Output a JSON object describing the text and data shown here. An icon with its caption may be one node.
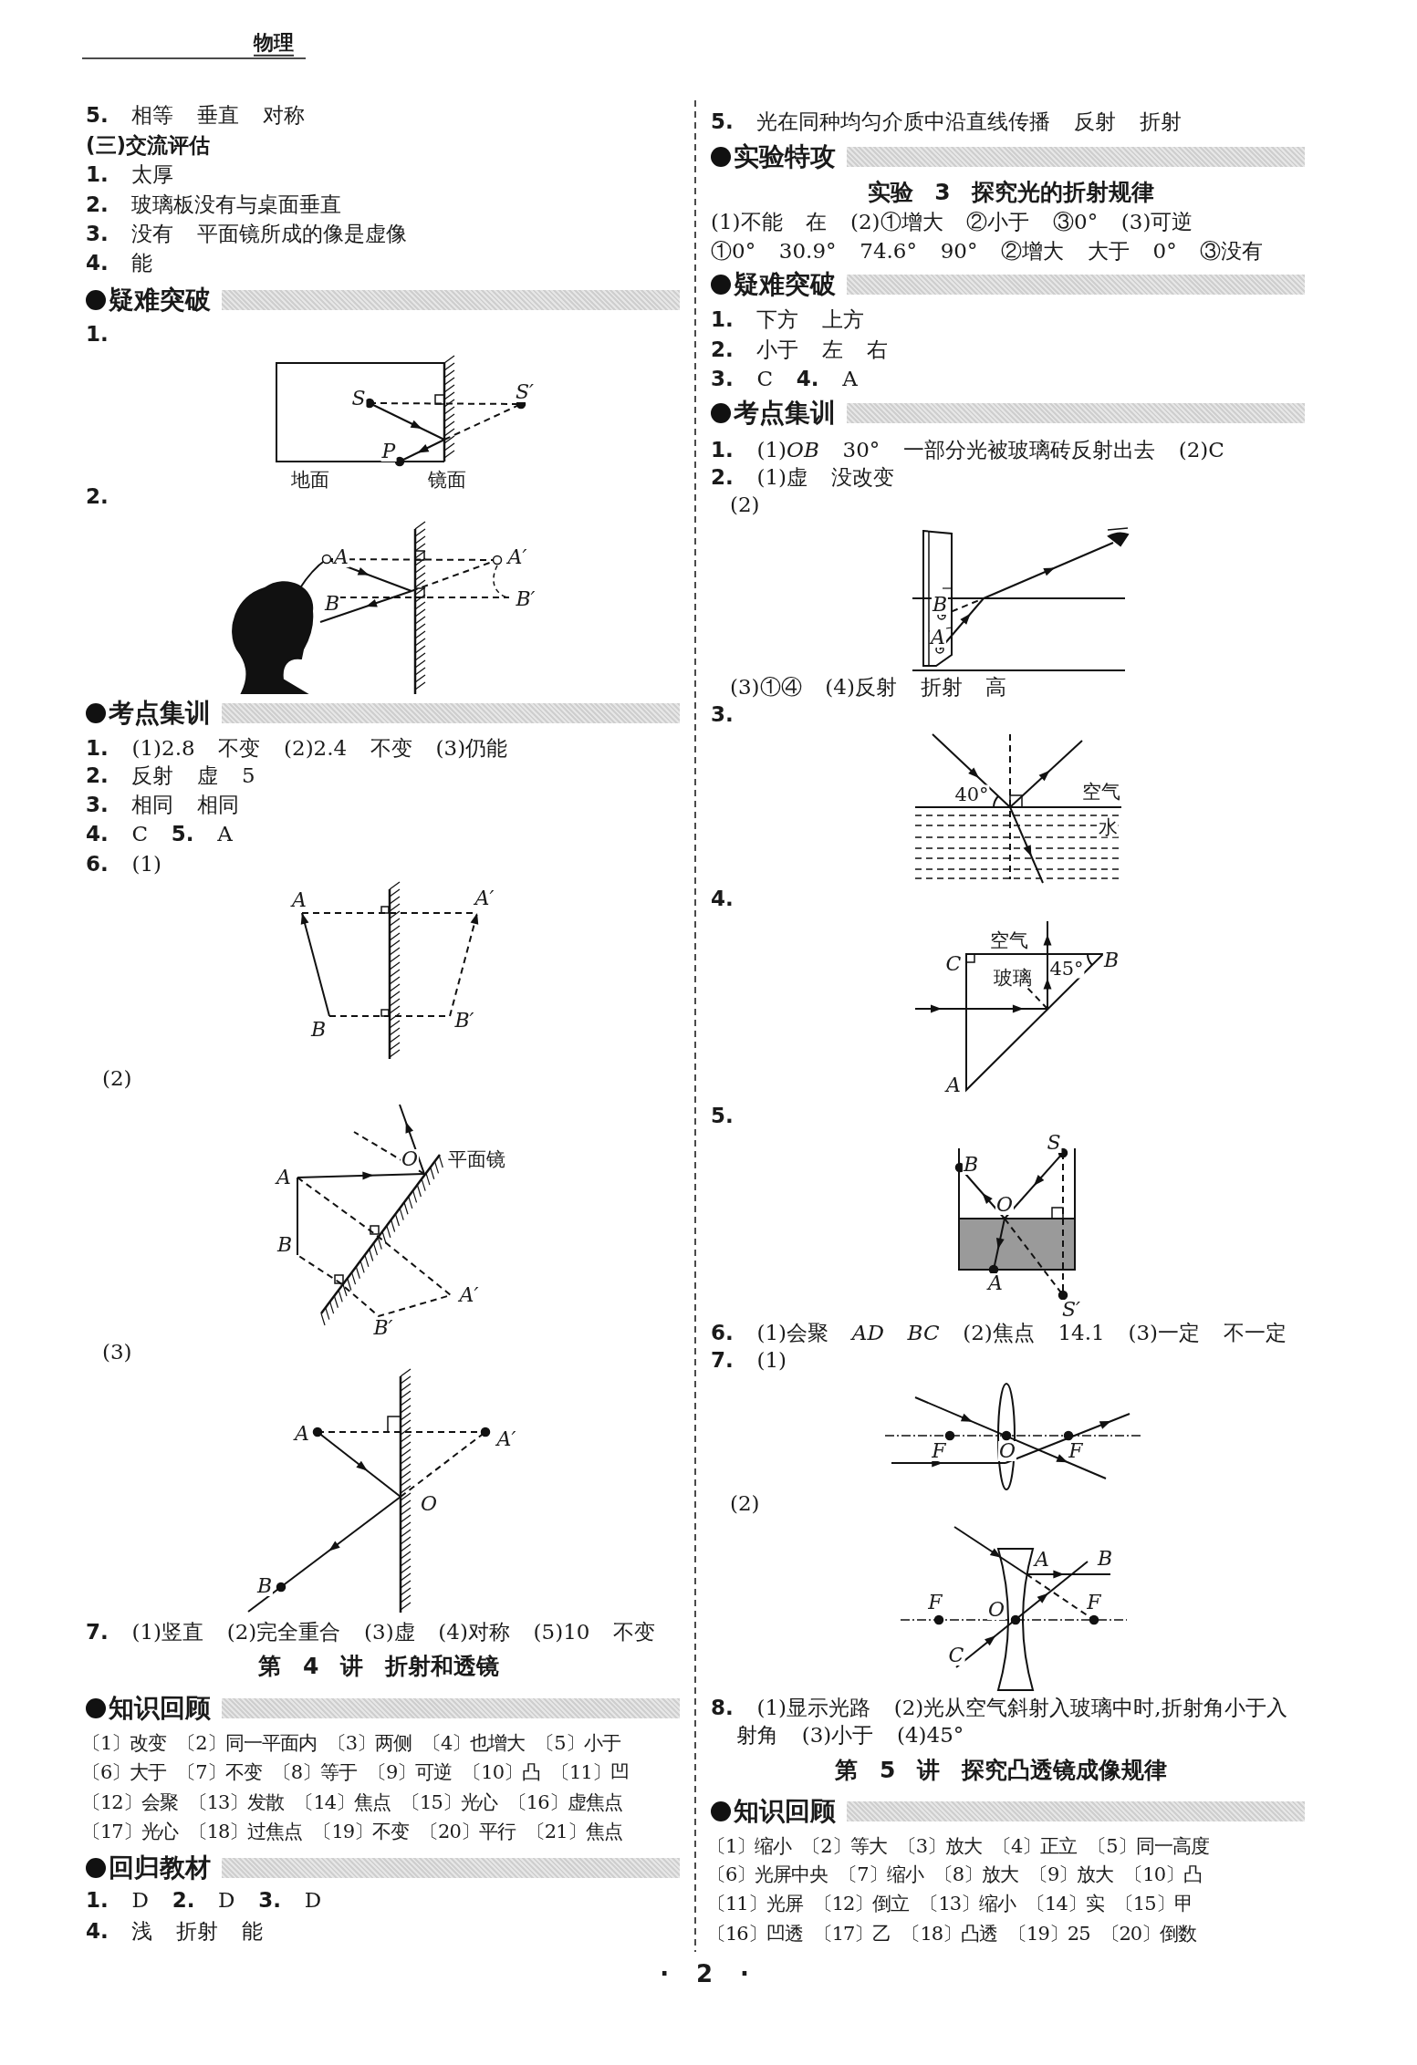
{
  "diagram": {
    "labels": [
      "物理",
      "**5.** 相等 垂直 对称",
      "(三)交流评估",
      "**1.** 太厚",
      "**2.** 玻璃板没有与桌面垂直",
      "**3.** 没有 平面镜所成的像是虚像",
      "**4.** 能",
      "疑难突破",
      "**1.**",
      "S",
      "S′",
      "P",
      "地面",
      "镜面",
      "**2.**",
      "A",
      "A′",
      "B",
      "B′",
      "考点集训",
      "**1.** (1)2.8 不变 (2)2.4 不变 (3)仍能",
      "**2.** 反射 虚 5",
      "**3.** 相同 相同",
      "**4.** C **5.** A",
      "**6.** (1)",
      "A",
      "A′",
      "B",
      "B′",
      "(2)",
      "A",
      "B",
      "O",
      "平面镜",
      "A′",
      "B′",
      "(3)",
      "A",
      "A′",
      "O",
      "B",
      "**7.** (1)竖直 (2)完全重合 (3)虚 (4)对称 (5)10 不变",
      "第 4 讲 折射和透镜",
      "知识回顾",
      "〔1〕改变 〔2〕同一平面内 〔3〕两侧 〔4〕也增大 〔5〕小于",
      "〔6〕大于 〔7〕不变 〔8〕等于 〔9〕可逆 〔10〕凸 〔11〕凹",
      "〔12〕会聚 〔13〕发散 〔14〕焦点 〔15〕光心 〔16〕虚焦点",
      "〔17〕光心 〔18〕过焦点 〔19〕不变 〔20〕平行 〔21〕焦点",
      "回归教材",
      "**1.** D **2.** D **3.** D",
      "**4.** 浅 折射 能",
      "**5.** 光在同种均匀介质中沿直线传播 反射 折射",
      "实验特攻",
      "实验 3 探究光的折射规律",
      "(1)不能 在 (2)①增大 ②小于 ③0° (3)可逆",
      "①0° 30.9° 74.6° 90° ②增大 大于 0° ③没有",
      "疑难突破",
      "**1.** 下方 上方",
      "**2.** 小于 左 右",
      "**3.** C **4.** A",
      "考点集训",
      "**1.** (1)*OB* 30° 一部分光被玻璃砖反射出去 (2)C",
      "**2.** (1)虚 没改变",
      "(2)",
      "B",
      "A",
      "(3)①④ (4)反射 折射 高",
      "**3.**",
      "40°",
      "空气",
      "水",
      "**4.**",
      "空气",
      "C",
      "玻璃",
      "45°",
      "B",
      "A",
      "**5.**",
      "B",
      "S",
      "O",
      "A",
      "S′",
      "**6.** (1)会聚 *AD* *BC* (2)焦点 14.1 (3)一定 不一定",
      "**7.** (1)",
      "F",
      "O",
      "F",
      "(2)",
      "A",
      "B",
      "F",
      "O",
      "F",
      "C",
      "**8.** (1)显示光路 (2)光从空气斜射入玻璃中时,折射角小于入射角 (3)小于 (4)45°",
      "第 5 讲 探究凸透镜成像规律",
      "知识回顾",
      "〔1〕缩小 〔2〕等大 〔3〕放大 〔4〕正立 〔5〕同一高度",
      "〔6〕光屏中央 〔7〕缩小 〔8〕放大 〔9〕放大 〔10〕凸",
      "〔11〕光屏 〔12〕倒立 〔13〕缩小 〔14〕实 〔15〕甲",
      "〔16〕凹透 〔17〕乙 〔18〕凸透 〔19〕25 〔20〕倒数",
      "· 2 ·"
    ]
  }
}
